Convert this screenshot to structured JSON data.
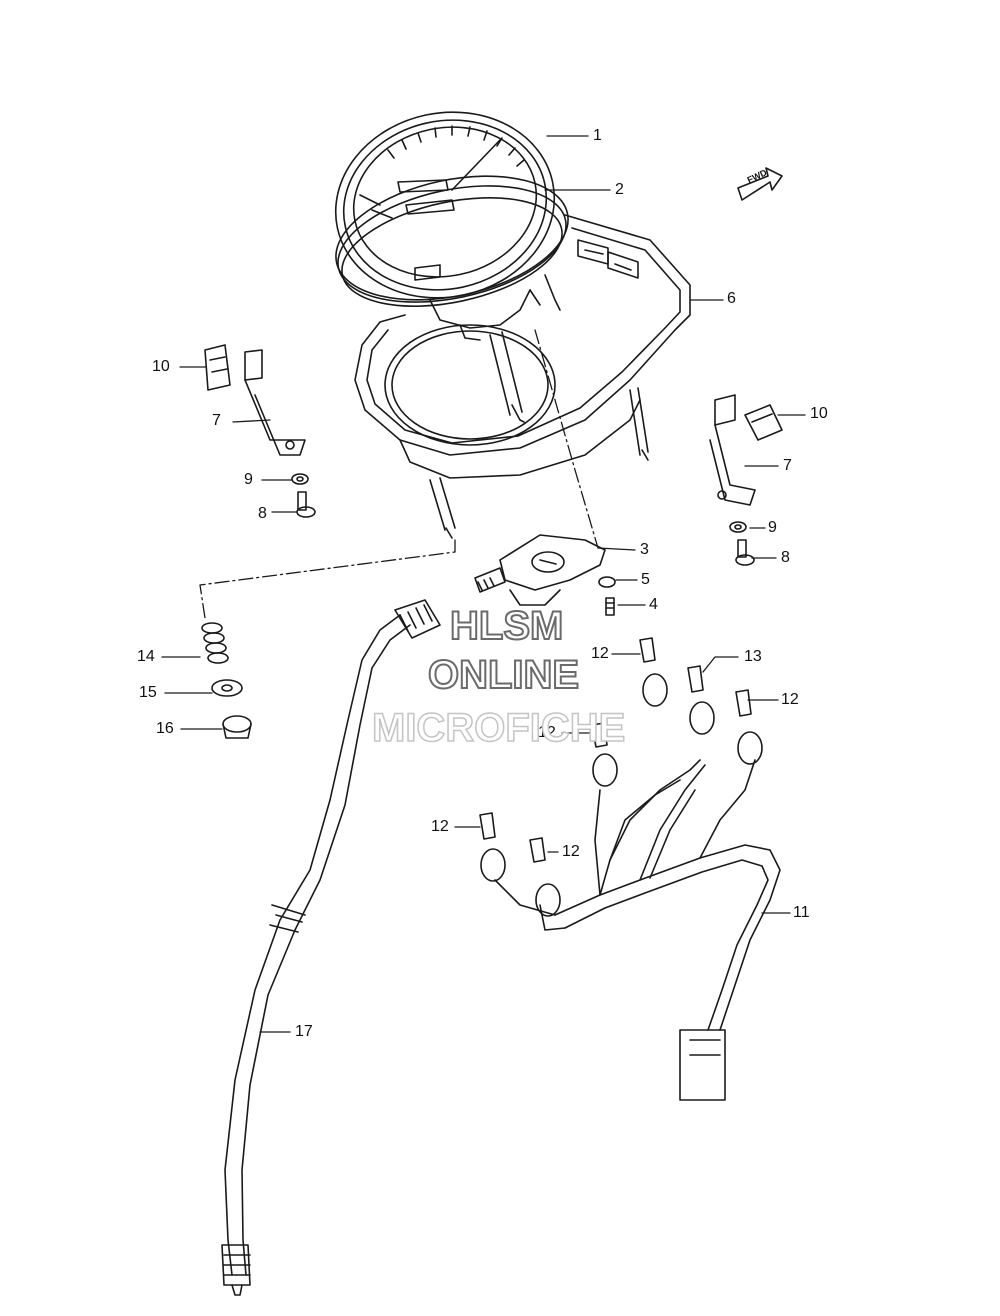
{
  "diagram": {
    "callouts": [
      {
        "id": "c1",
        "text": "1"
      },
      {
        "id": "c2",
        "text": "2"
      },
      {
        "id": "c3",
        "text": "3"
      },
      {
        "id": "c4",
        "text": "4"
      },
      {
        "id": "c5",
        "text": "5"
      },
      {
        "id": "c6",
        "text": "6"
      },
      {
        "id": "c7a",
        "text": "7"
      },
      {
        "id": "c7b",
        "text": "7"
      },
      {
        "id": "c8a",
        "text": "8"
      },
      {
        "id": "c8b",
        "text": "8"
      },
      {
        "id": "c9a",
        "text": "9"
      },
      {
        "id": "c9b",
        "text": "9"
      },
      {
        "id": "c10a",
        "text": "10"
      },
      {
        "id": "c10b",
        "text": "10"
      },
      {
        "id": "c11",
        "text": "11"
      },
      {
        "id": "c12a",
        "text": "12"
      },
      {
        "id": "c12b",
        "text": "12"
      },
      {
        "id": "c12c",
        "text": "12"
      },
      {
        "id": "c12d",
        "text": "12"
      },
      {
        "id": "c12e",
        "text": "12"
      },
      {
        "id": "c13",
        "text": "13"
      },
      {
        "id": "c14",
        "text": "14"
      },
      {
        "id": "c15",
        "text": "15"
      },
      {
        "id": "c16",
        "text": "16"
      },
      {
        "id": "c17",
        "text": "17"
      }
    ],
    "fwd_arrow_label": "FWD"
  },
  "watermark": {
    "line1": "HLSM",
    "line2": "ONLINE",
    "line3": "MICROFICHE"
  },
  "colors": {
    "line": "#1a1a1a",
    "watermark_outline": "#6a6a6a",
    "watermark_faint": "#c4c4c4",
    "background": "#ffffff"
  }
}
